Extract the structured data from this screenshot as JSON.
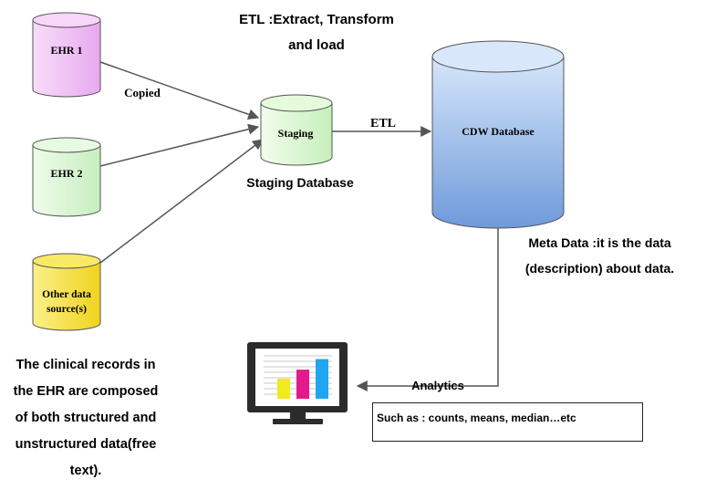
{
  "title_note": {
    "line1": "ETL :Extract, Transform",
    "line2": "and load"
  },
  "nodes": {
    "ehr1": {
      "label": "EHR 1",
      "color": "#f4c9f7"
    },
    "ehr2": {
      "label": "EHR 2",
      "color": "#d9f7d2"
    },
    "other": {
      "label_line1": "Other data",
      "label_line2": "source(s)",
      "color": "#f5e35a"
    },
    "staging": {
      "label": "Staging",
      "caption": "Staging Database",
      "color": "#dcf7cf"
    },
    "cdw": {
      "label": "CDW Database",
      "color": "#8fb4e6"
    }
  },
  "edges": {
    "copied_label": "Copied",
    "etl_label": "ETL",
    "analytics_label": "Analytics"
  },
  "meta_note": {
    "line1": "Meta Data :it is the data",
    "line2": "(description) about data."
  },
  "clinical_note": {
    "line1": "The clinical records in",
    "line2": "the EHR are composed",
    "line3": "of both structured and",
    "line4": "unstructured data(free",
    "line5": "text)."
  },
  "such_as_box": {
    "text": "Such as : counts, means, median…etc"
  },
  "monitor_chart": {
    "bar_colors": [
      "#f2ea1c",
      "#e6198c",
      "#1fa6ee"
    ],
    "bar_levels": [
      0.38,
      0.55,
      0.75
    ]
  }
}
